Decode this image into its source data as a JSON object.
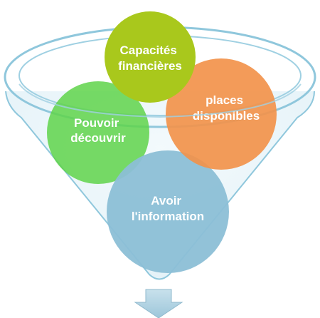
{
  "diagram": {
    "circles": [
      {
        "id": "financial",
        "lines": [
          "Capacités",
          "financières"
        ],
        "color": "#a9c81c"
      },
      {
        "id": "discover",
        "lines": [
          "Pouvoir",
          "découvrir"
        ],
        "color": "#5fd34a"
      },
      {
        "id": "places",
        "lines": [
          "places",
          "disponibles"
        ],
        "color": "#f2934b"
      },
      {
        "id": "information",
        "lines": [
          "Avoir",
          "l'information"
        ],
        "color": "#8cbfd6"
      }
    ],
    "funnel_color": "#8fc7dc",
    "arrow_color": "#a9cde0"
  }
}
